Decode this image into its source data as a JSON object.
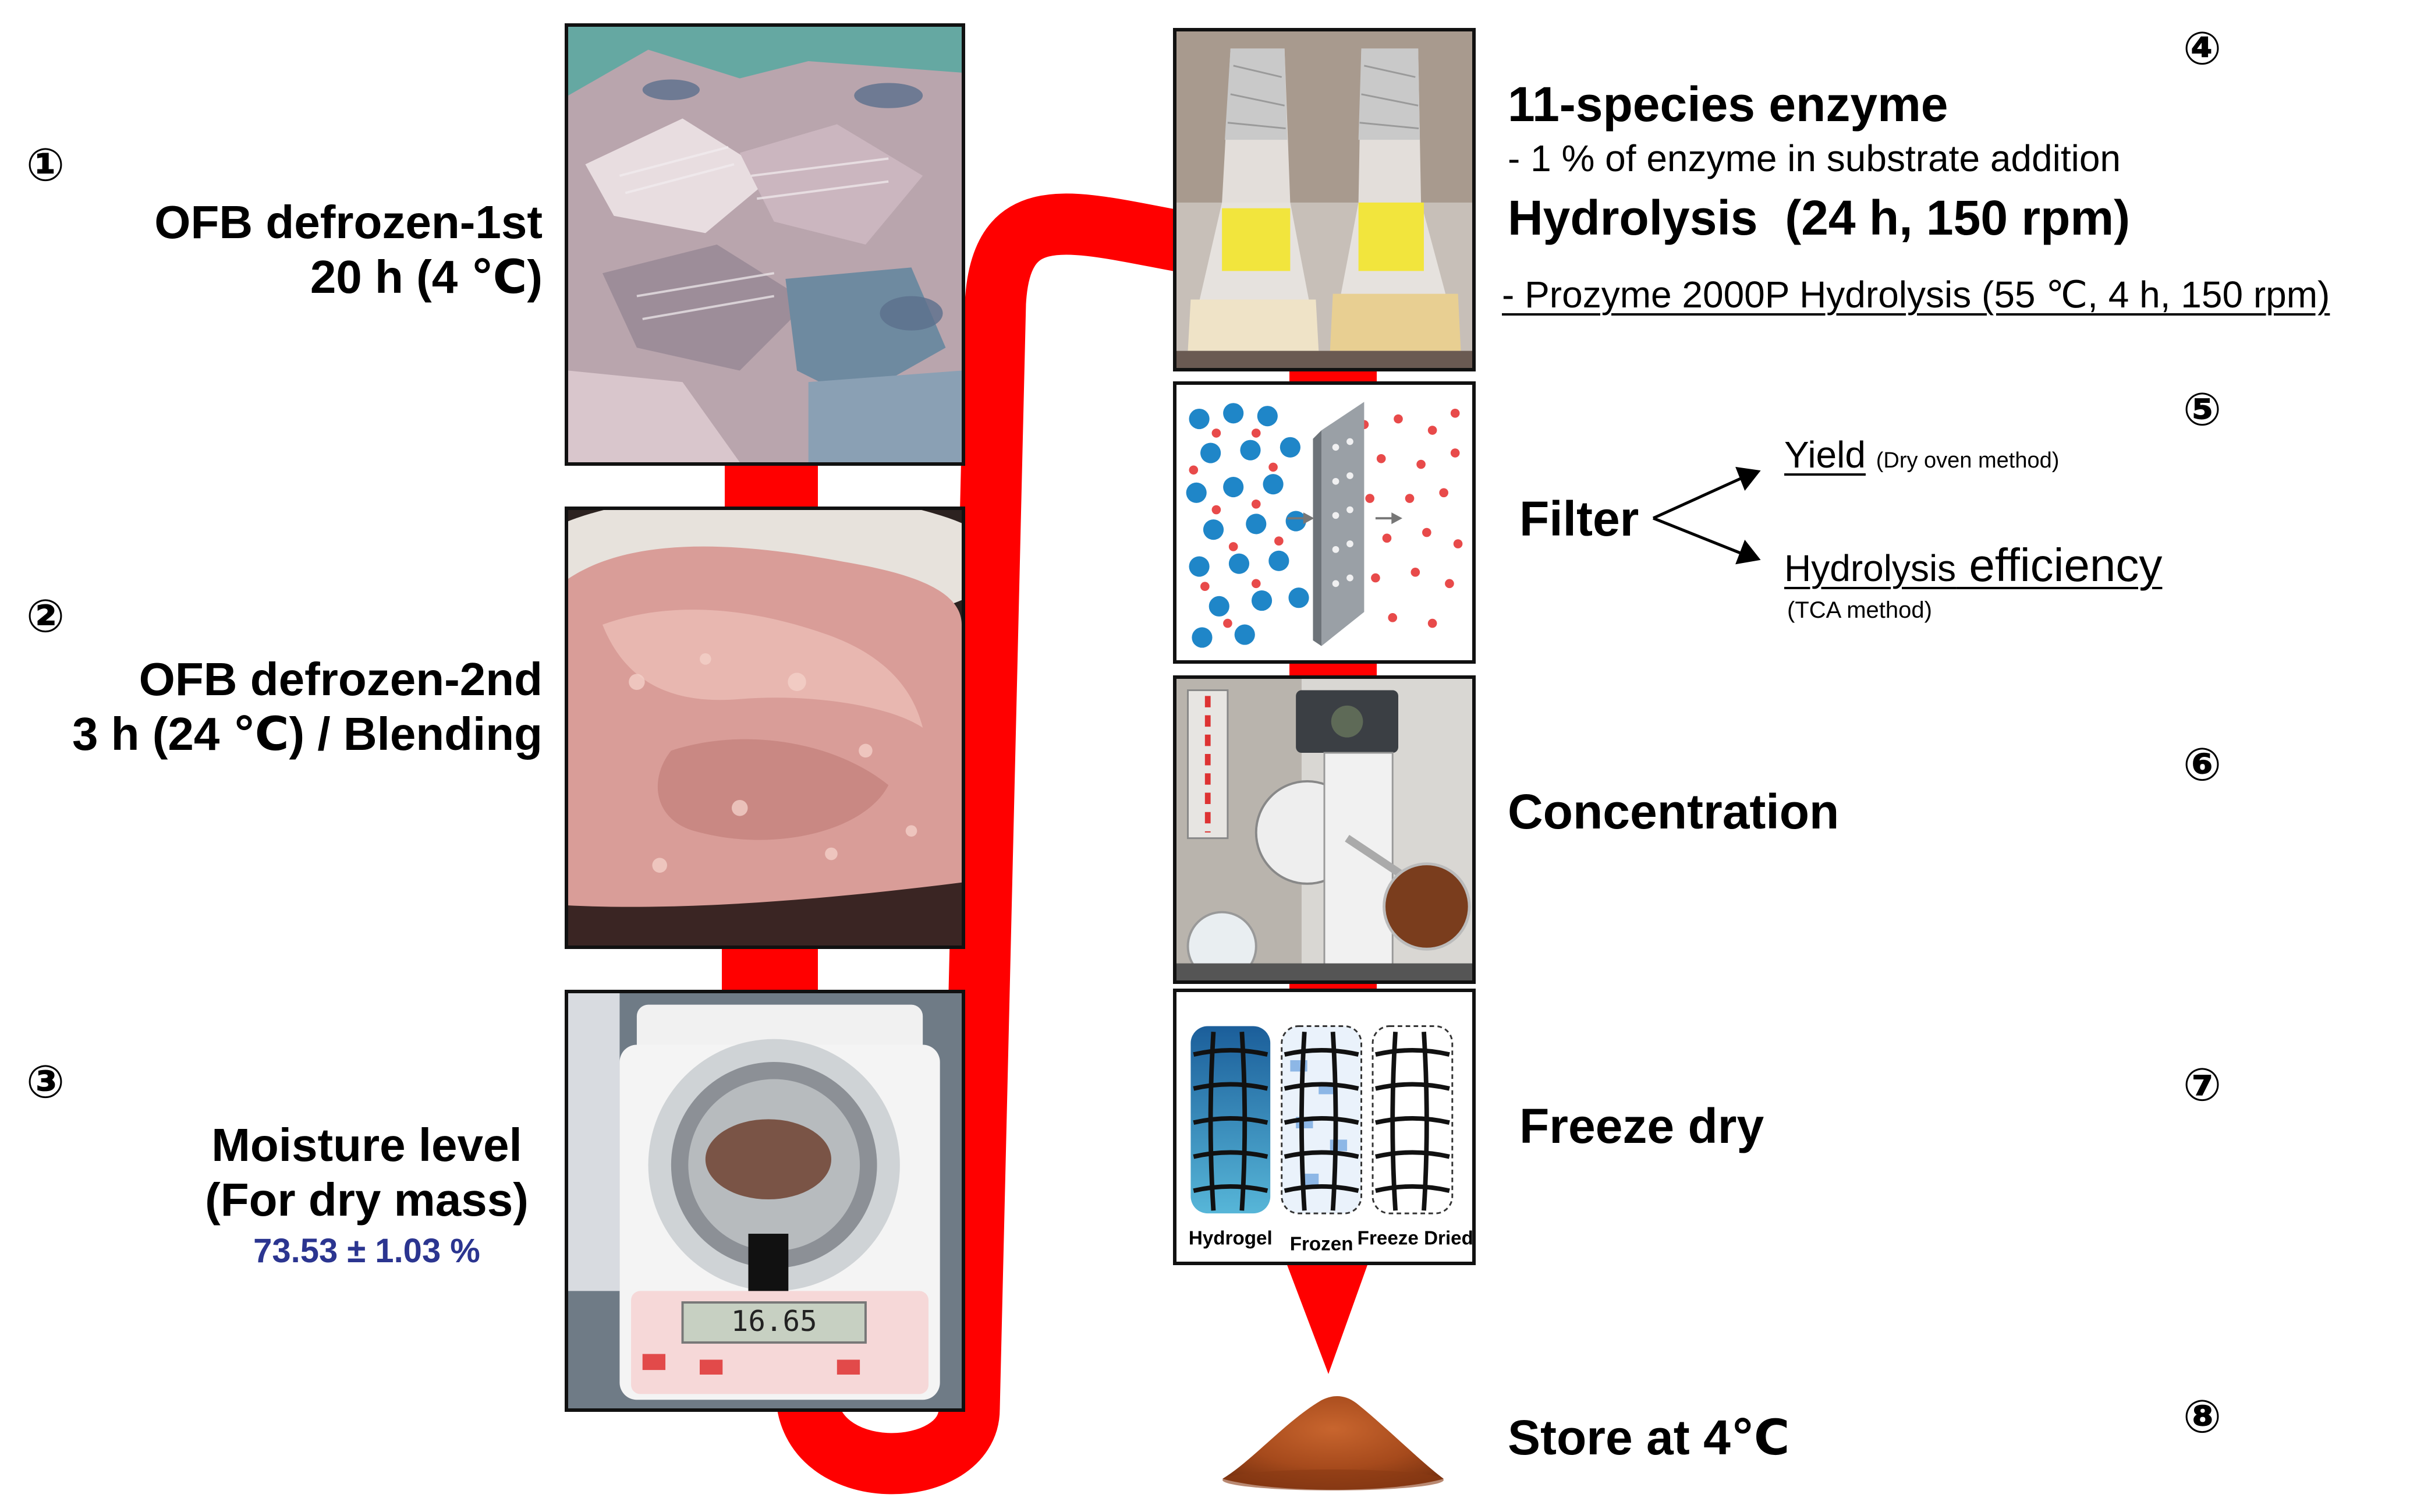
{
  "colors": {
    "flow": "#ff0000",
    "moisture_value": "#2b3590"
  },
  "steps": [
    {
      "num": "①",
      "line1": "OFB defrozen-1st",
      "line2": "20 h (4 ℃)",
      "image": "fish-frames-photo"
    },
    {
      "num": "②",
      "line1": "OFB defrozen-2nd",
      "line2": "3 h (24 ℃) / Blending",
      "image": "minced-fish-photo"
    },
    {
      "num": "③",
      "line1": "Moisture level",
      "line2": "(For dry mass)",
      "value": "73.53 ± 1.03 %",
      "image": "moisture-analyzer-photo",
      "analyzer_display": "16.65"
    },
    {
      "num": "④",
      "title": "11-species enzyme",
      "detail": "- 1 % of enzyme in substrate addition",
      "title2": "Hydrolysis  (24 h, 150 rpm)",
      "note": "- Prozyme 2000P Hydrolysis (55 ℃, 4 h, 150 rpm)",
      "image": "flasks-photo"
    },
    {
      "num": "⑤",
      "title": "Filter",
      "yield": "Yield",
      "yield_method": "(Dry oven method)",
      "efficiency_a": "Hydrolysis",
      "efficiency_b": " efficiency",
      "efficiency_method": "(TCA method)",
      "image": "filter-diagram"
    },
    {
      "num": "⑥",
      "title": "Concentration",
      "image": "rotary-evaporator-photo"
    },
    {
      "num": "⑦",
      "title": "Freeze dry",
      "image": "freeze-dry-diagram",
      "panels": [
        "Hydrogel",
        "Frozen",
        "Freeze Dried"
      ]
    },
    {
      "num": "⑧",
      "title": "Store at 4℃",
      "image": "powder-pile"
    }
  ]
}
